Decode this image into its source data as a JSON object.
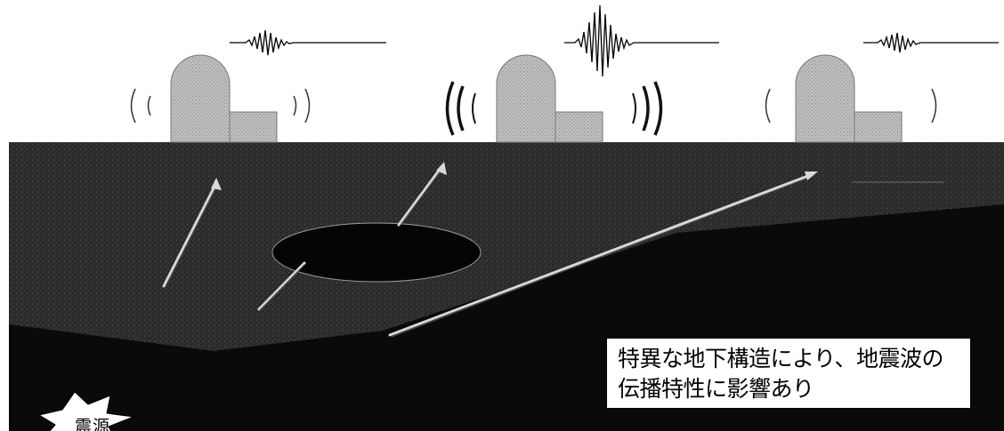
{
  "diagram": {
    "caption": {
      "line1": "特異な地下構造により、地震波の",
      "line2": "伝播特性に影響あり"
    },
    "epicenter_label": "震源",
    "icons": {
      "plants": "nuclear-plant-icon",
      "seismic_waves": "seismic-waveform-icon",
      "vibration": "vibration-arc-icon",
      "epicenter": "explosion-burst-icon"
    },
    "colors": {
      "ground_dark": "#0a0a0a",
      "ground_layer": "#2b2b2b",
      "reactor_fill": "#b9b9b9",
      "caption_bg": "#ffffff",
      "burst_fill": "#ffffff"
    }
  }
}
